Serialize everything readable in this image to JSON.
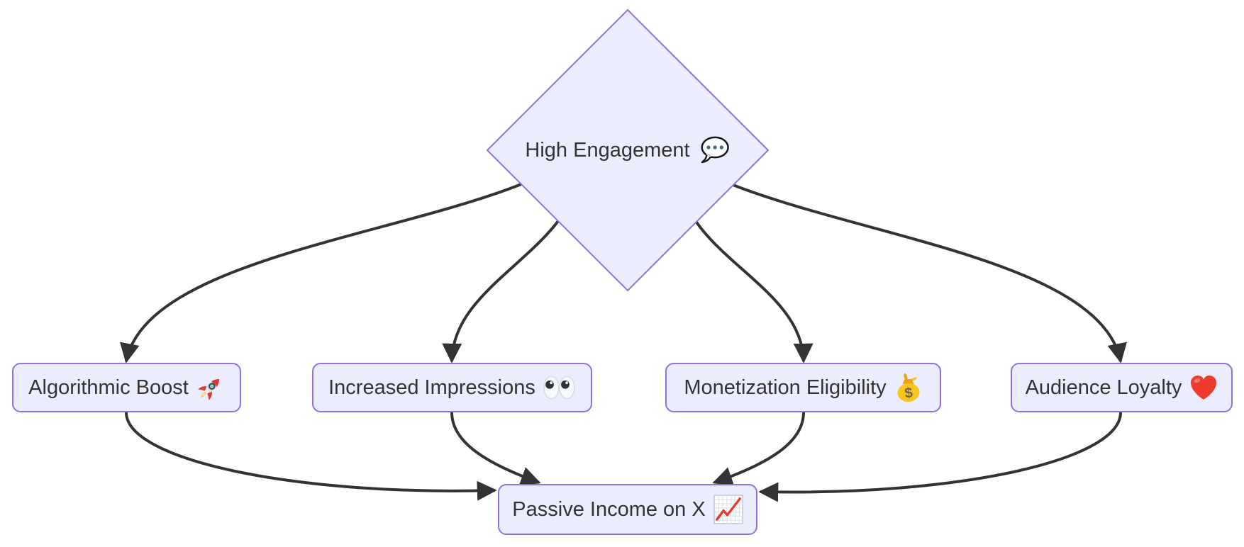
{
  "diagram": {
    "type": "flowchart",
    "direction": "top-down",
    "colors": {
      "background": "#FFFFFF",
      "node_fill": "#ECECFF",
      "node_border": "#9370DB",
      "edge": "#333333",
      "text": "#333333"
    },
    "nodes": {
      "engagement": {
        "label": "High Engagement",
        "icon": "speech-balloon-icon",
        "shape": "diamond"
      },
      "boost": {
        "label": "Algorithmic Boost",
        "icon": "rocket-icon",
        "shape": "rounded-rect"
      },
      "impressions": {
        "label": "Increased Impressions",
        "icon": "eyes-icon",
        "shape": "rounded-rect"
      },
      "monetization": {
        "label": "Monetization Eligibility",
        "icon": "money-bag-icon",
        "shape": "rounded-rect"
      },
      "loyalty": {
        "label": "Audience Loyalty",
        "icon": "red-heart-icon",
        "shape": "rounded-rect"
      },
      "income": {
        "label": "Passive Income on X",
        "icon": "chart-increasing-icon",
        "shape": "rounded-rect"
      }
    },
    "edges": [
      {
        "from": "engagement",
        "to": "boost"
      },
      {
        "from": "engagement",
        "to": "impressions"
      },
      {
        "from": "engagement",
        "to": "monetization"
      },
      {
        "from": "engagement",
        "to": "loyalty"
      },
      {
        "from": "boost",
        "to": "income"
      },
      {
        "from": "impressions",
        "to": "income"
      },
      {
        "from": "monetization",
        "to": "income"
      },
      {
        "from": "loyalty",
        "to": "income"
      }
    ]
  }
}
